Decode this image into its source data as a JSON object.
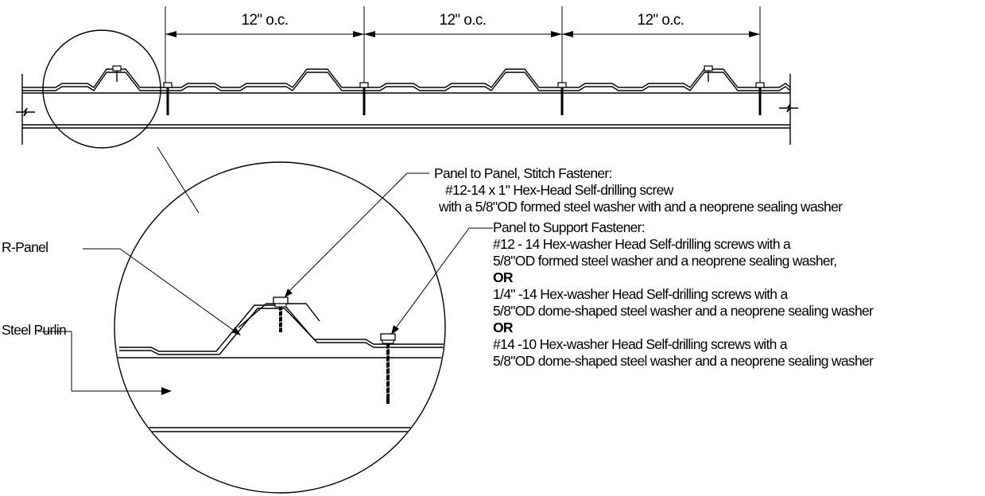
{
  "dimensions": [
    "12\" o.c.",
    "12\" o.c.",
    "12\" o.c."
  ],
  "labels": {
    "r_panel": "R-Panel",
    "steel_purlin": "Steel Purlin"
  },
  "stitch_note": {
    "title": "Panel to Panel, Stitch Fastener:",
    "line1": "#12-14 x 1\" Hex-Head  Self-drilling screw",
    "line2": "with a 5/8\"OD formed steel washer with and a neoprene sealing washer"
  },
  "support_note": {
    "title": "Panel to Support Fastener:",
    "opt1_line1": "#12 - 14 Hex-washer Head Self-drilling screws with a",
    "opt1_line2": "5/8\"OD formed steel washer and a neoprene sealing washer,",
    "or1": "OR",
    "opt2_line1": "1/4\" -14 Hex-washer Head Self-drilling screws with a",
    "opt2_line2": "5/8\"OD dome-shaped steel washer and a neoprene sealing washer",
    "or2": "OR",
    "opt3_line1": "#14 -10 Hex-washer Head Self-drilling screws with a",
    "opt3_line2": "5/8\"OD dome-shaped steel washer and a neoprene sealing washer"
  }
}
